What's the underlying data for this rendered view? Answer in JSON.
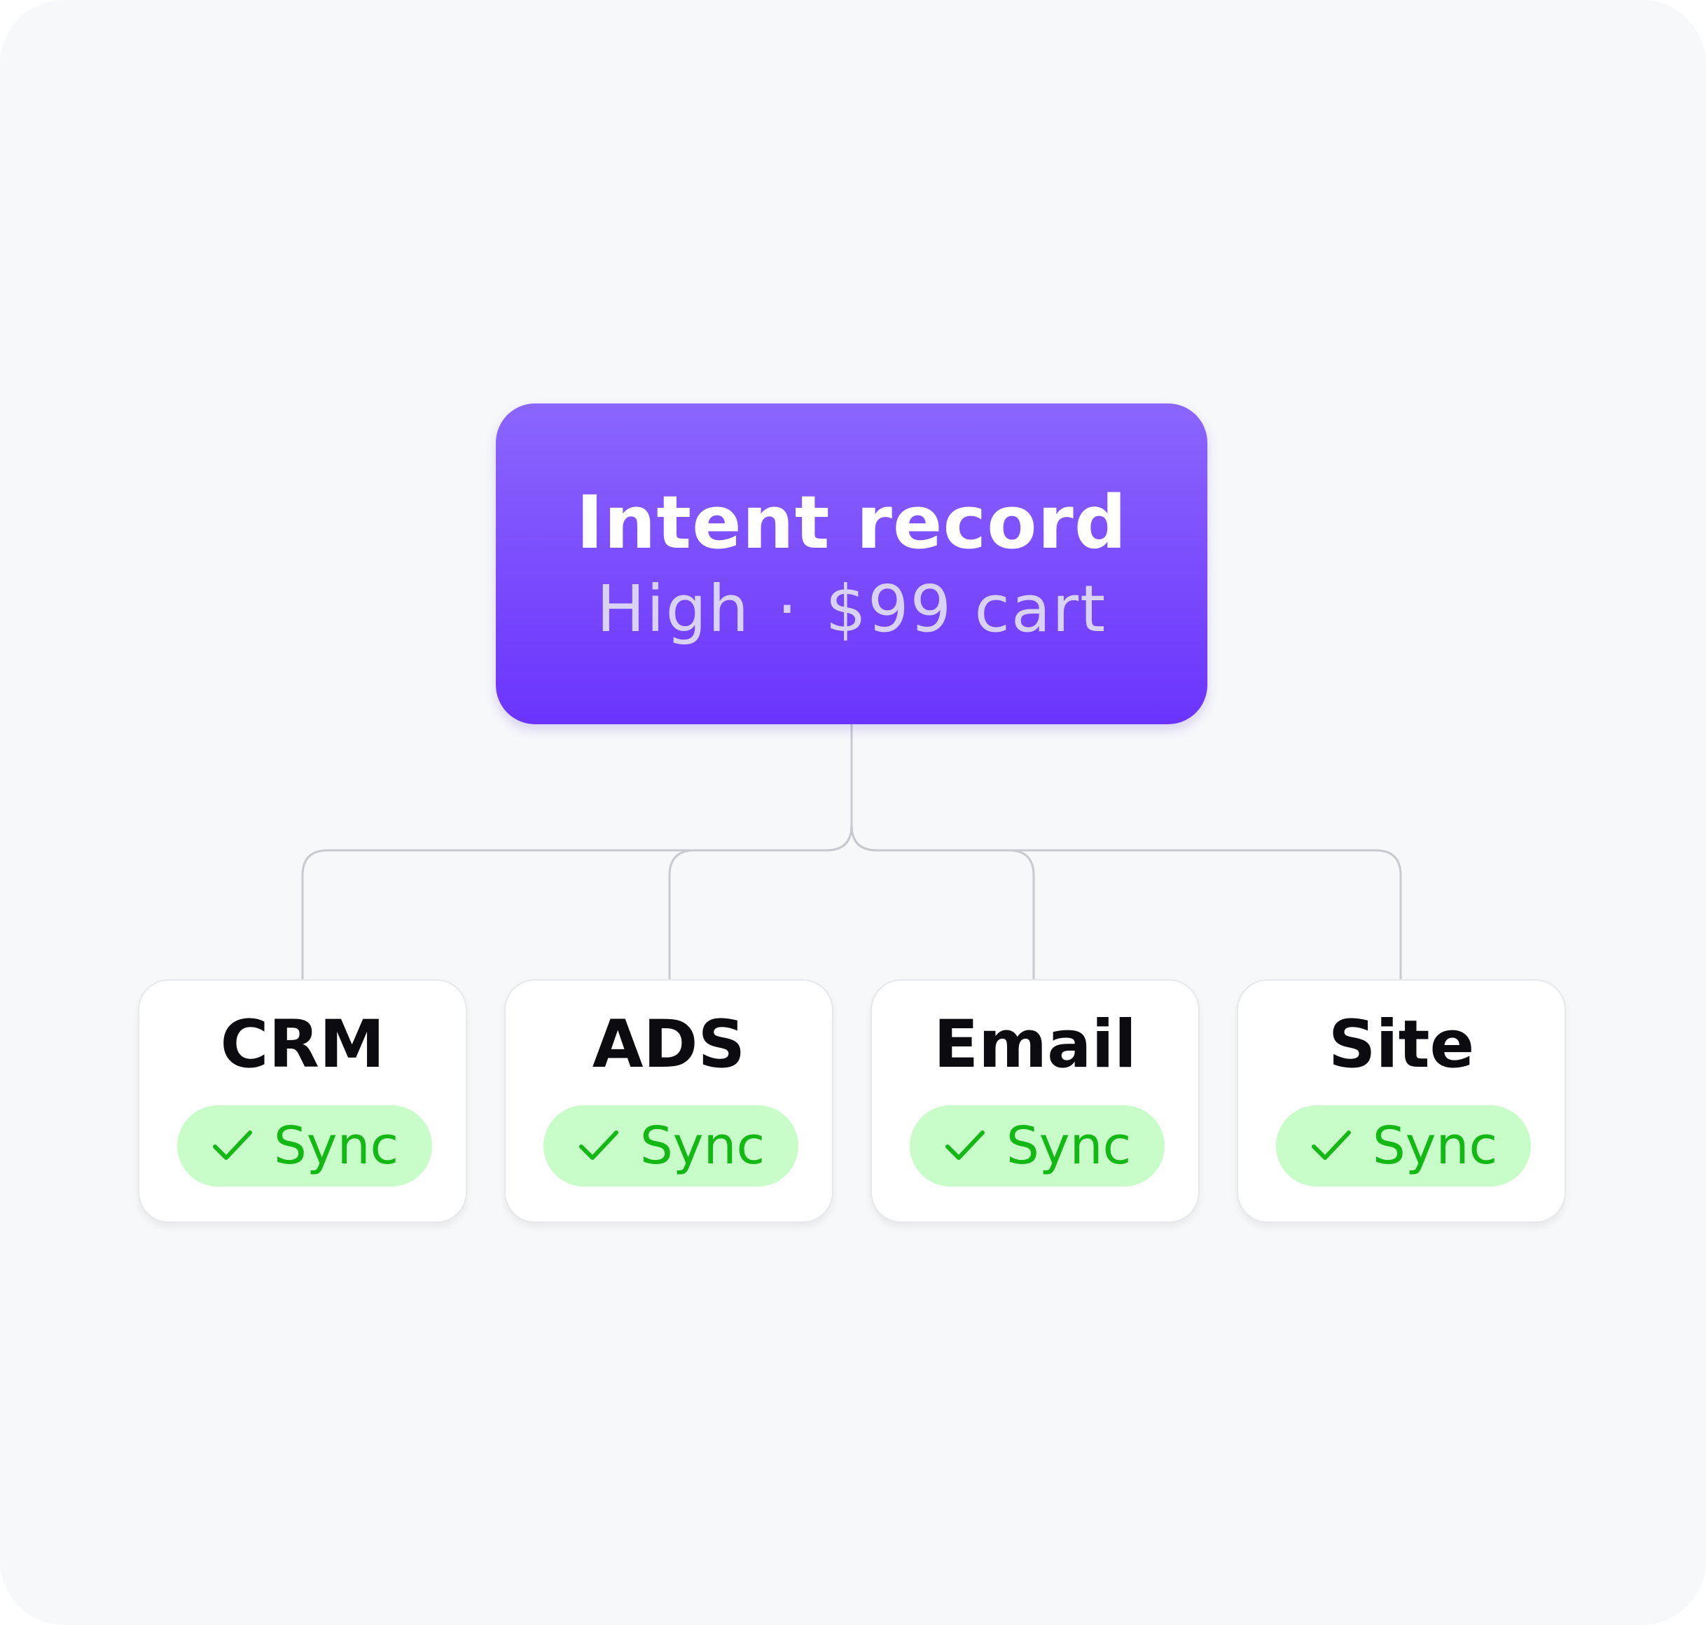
{
  "root": {
    "title": "Intent record",
    "level": "High",
    "separator": "·",
    "cart": "$99 cart"
  },
  "children": [
    {
      "label": "CRM",
      "status": "Sync"
    },
    {
      "label": "ADS",
      "status": "Sync"
    },
    {
      "label": "Email",
      "status": "Sync"
    },
    {
      "label": "Site",
      "status": "Sync"
    }
  ],
  "colors": {
    "root_gradient_top": "#8b66fd",
    "root_gradient_bottom": "#6b34fd",
    "badge_background": "#c8fcc8",
    "badge_text": "#14b814",
    "connector": "#c8cad0"
  },
  "icons": {
    "status": "check-icon"
  }
}
